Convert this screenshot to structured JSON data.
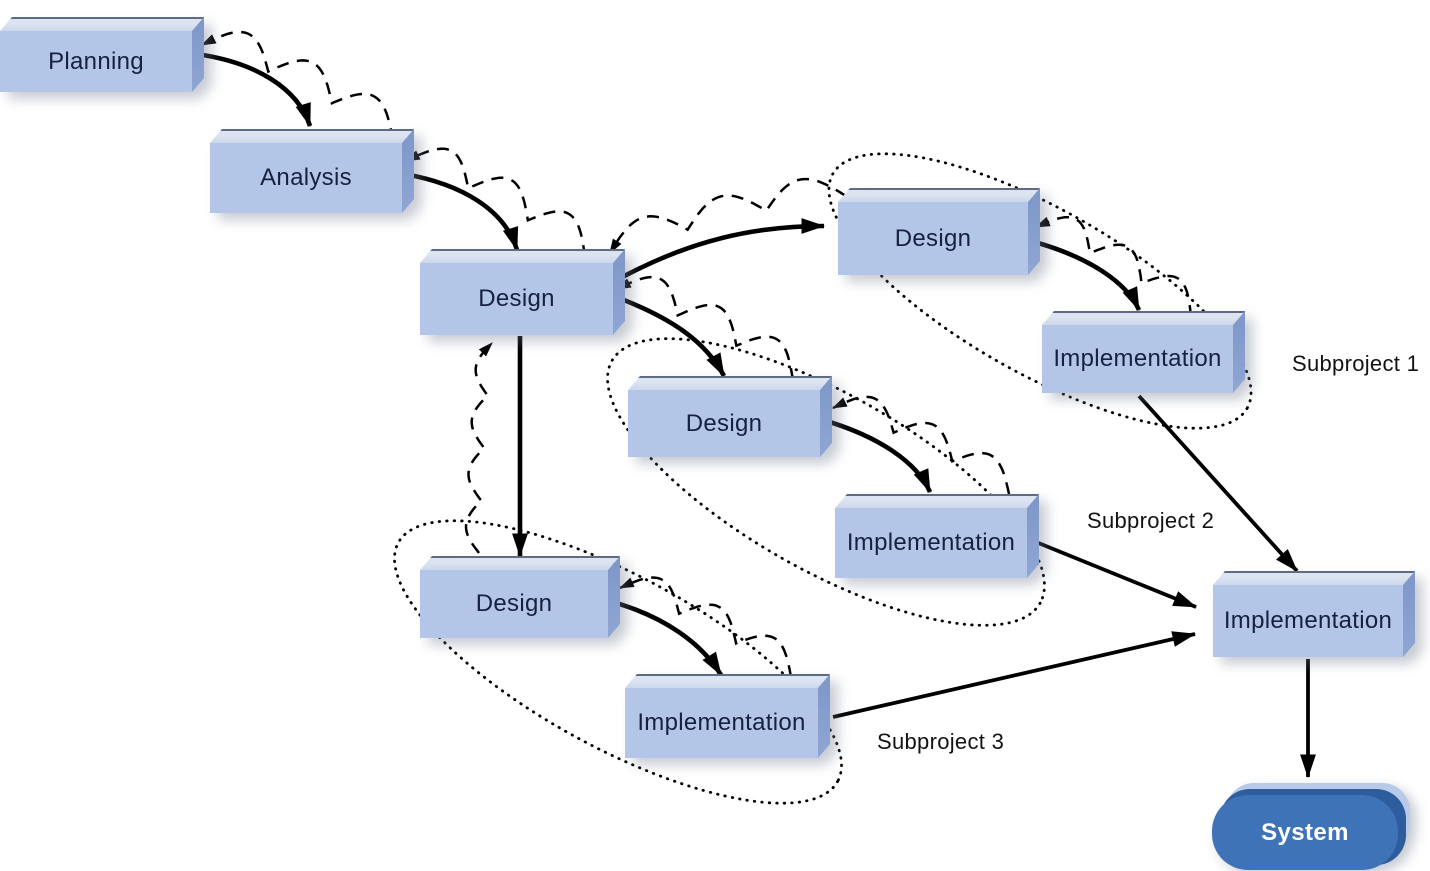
{
  "diagram": {
    "nodes": {
      "planning": {
        "label": "Planning"
      },
      "analysis": {
        "label": "Analysis"
      },
      "design_main": {
        "label": "Design"
      },
      "sub1_design": {
        "label": "Design"
      },
      "sub1_impl": {
        "label": "Implementation"
      },
      "sub2_design": {
        "label": "Design"
      },
      "sub2_impl": {
        "label": "Implementation"
      },
      "sub3_design": {
        "label": "Design"
      },
      "sub3_impl": {
        "label": "Implementation"
      },
      "final_impl": {
        "label": "Implementation"
      },
      "system": {
        "label": "System"
      }
    },
    "group_labels": {
      "sub1": "Subproject 1",
      "sub2": "Subproject 2",
      "sub3": "Subproject 3"
    },
    "colors": {
      "background": "#ffffff",
      "box_front": "#b3c6e8",
      "box_top": "#ccd7ec",
      "box_top_edge": "#5f6b80",
      "box_side": "#8fa6d5",
      "box_text": "#16213f",
      "label_text": "#131313",
      "arrow": "#000000",
      "system_front": "#3e73b7",
      "system_back": "#b9c9e8",
      "system_dark": "#2e5d9d",
      "system_text": "#ffffff"
    }
  }
}
